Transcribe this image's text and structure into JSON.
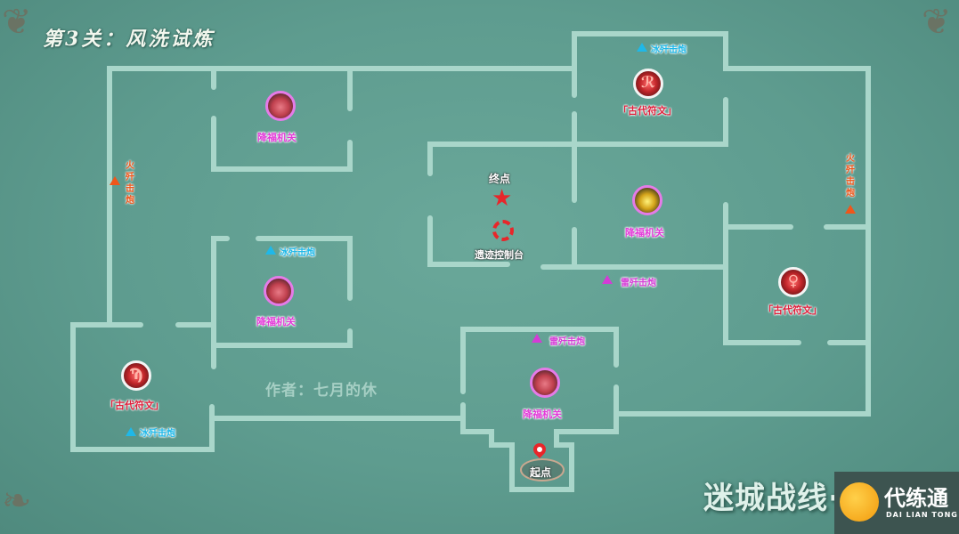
{
  "title": "第3关：风洗试炼",
  "author": "作者：七月的休",
  "watermark": "迷城战线·",
  "logo": {
    "title": "代练通",
    "subtitle": "DAI LIAN TONG"
  },
  "colors": {
    "background": "#5e9c8f",
    "wall": "#a9d6ca",
    "mechanism_label": "#e23ad8",
    "rune_label": "#e0203c",
    "ice_cannon": "#1fb8e8",
    "thunder_cannon": "#d43bd6",
    "fire_cannon": "#f0561a",
    "start_end": "#e8262a"
  },
  "points": {
    "start": {
      "label": "起点",
      "icon": "map-pin-icon"
    },
    "end": {
      "label": "终点",
      "icon": "star-icon"
    },
    "console": {
      "label": "遗迹控制台",
      "icon": "cycle-arrows-icon"
    }
  },
  "mechanisms": [
    {
      "label": "降福机关",
      "icon": "mechanism-icon",
      "room": "top-left"
    },
    {
      "label": "降福机关",
      "icon": "mechanism-icon",
      "room": "middle-left"
    },
    {
      "label": "降福机关",
      "icon": "mechanism-gold-icon",
      "room": "center-right"
    },
    {
      "label": "降福机关",
      "icon": "mechanism-icon",
      "room": "bottom-center"
    }
  ],
  "runes": [
    {
      "label": "「古代符文」",
      "glyph": "ℛ",
      "room": "top-right"
    },
    {
      "label": "「古代符文」",
      "glyph": "♀",
      "room": "right"
    },
    {
      "label": "「古代符文」",
      "glyph": "Ϡ",
      "room": "bottom-left"
    }
  ],
  "cannons": {
    "ice": [
      {
        "label": "冰歼击炮",
        "room": "top-right"
      },
      {
        "label": "冰歼击炮",
        "room": "middle-left"
      },
      {
        "label": "冰歼击炮",
        "room": "bottom-left"
      }
    ],
    "thunder": [
      {
        "label": "雷歼击炮",
        "room": "center"
      },
      {
        "label": "雷歼击炮",
        "room": "bottom-center"
      }
    ],
    "fire": [
      {
        "label": "火歼击炮",
        "room": "left-corridor"
      },
      {
        "label": "火歼击炮",
        "room": "right-corridor"
      }
    ]
  }
}
